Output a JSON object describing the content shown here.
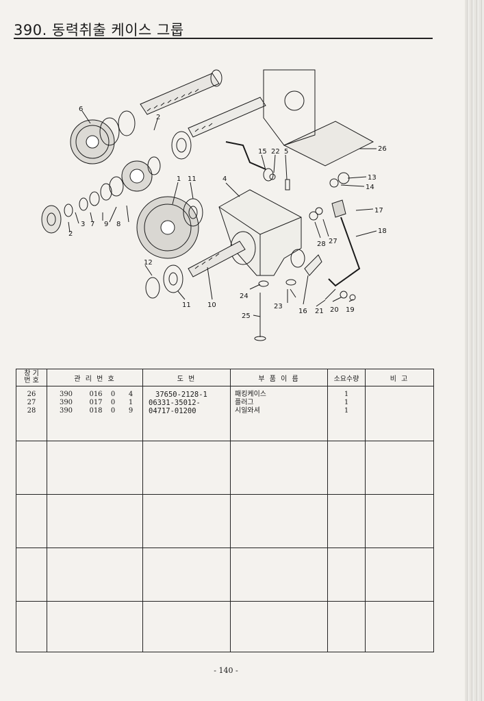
{
  "page": {
    "title": "390. 동력취출 케이스 그룹",
    "page_number": "- 140 -"
  },
  "diagram": {
    "callouts": [
      "6",
      "2",
      "15",
      "22",
      "5",
      "26",
      "13",
      "14",
      "4",
      "1",
      "11",
      "17",
      "18",
      "3",
      "7",
      "9",
      "8",
      "2",
      "28",
      "27",
      "12",
      "24",
      "23",
      "16",
      "21",
      "20",
      "19",
      "11",
      "10",
      "25"
    ]
  },
  "table": {
    "headers": {
      "seq_top": "창 기",
      "seq_bottom": "번 호",
      "mgmt": "관 리 번 호",
      "drawing": "도   번",
      "part_name": "부 품 이 름",
      "qty": "소요수량",
      "remark": "비   고"
    },
    "rows": [
      {
        "seq": "26",
        "m1": "390",
        "m2": "016",
        "m3": "0",
        "m4": "4",
        "drawing_no": "37650-2128-1",
        "name": "패킹케이스",
        "qty": "1",
        "remark": ""
      },
      {
        "seq": "27",
        "m1": "390",
        "m2": "017",
        "m3": "0",
        "m4": "1",
        "drawing_no": "06331-35012-",
        "name": "플러그",
        "qty": "1",
        "remark": ""
      },
      {
        "seq": "28",
        "m1": "390",
        "m2": "018",
        "m3": "0",
        "m4": "9",
        "drawing_no": "04717-01200",
        "name": "시일와셔",
        "qty": "1",
        "remark": ""
      }
    ]
  }
}
